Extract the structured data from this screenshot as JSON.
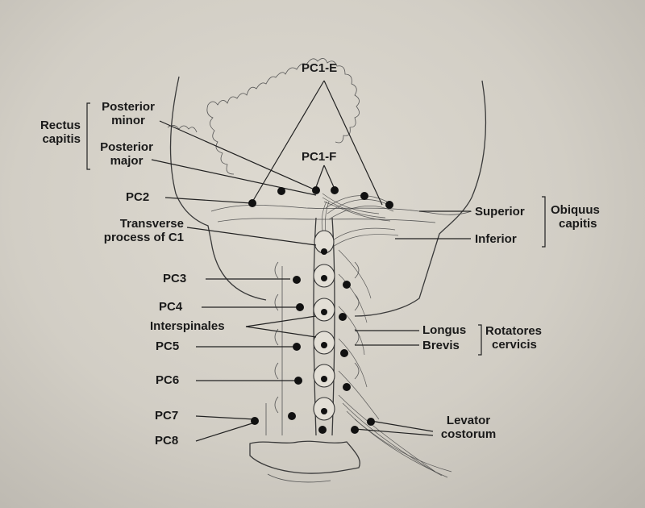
{
  "labels": {
    "pc1e": "PC1-E",
    "pc1f": "PC1-F",
    "rectus_capitis": [
      "Rectus",
      "capitis"
    ],
    "posterior_minor": [
      "Posterior",
      "minor"
    ],
    "posterior_major": [
      "Posterior",
      "major"
    ],
    "pc2": "PC2",
    "transverse_process": [
      "Transverse",
      "process of C1"
    ],
    "pc3": "PC3",
    "pc4": "PC4",
    "interspinales": "Interspinales",
    "pc5": "PC5",
    "pc6": "PC6",
    "pc7": "PC7",
    "pc8": "PC8",
    "superior": "Superior",
    "inferior": "Inferior",
    "obliquus_capitis": [
      "Obiquus",
      "capitis"
    ],
    "longus": "Longus",
    "brevis": "Brevis",
    "rotatores_cervicis": [
      "Rotatores",
      "cervicis"
    ],
    "levator_costorum": [
      "Levator",
      "costorum"
    ]
  },
  "colors": {
    "ink": "#1a1a1a",
    "paper": "#d8d4cb"
  }
}
